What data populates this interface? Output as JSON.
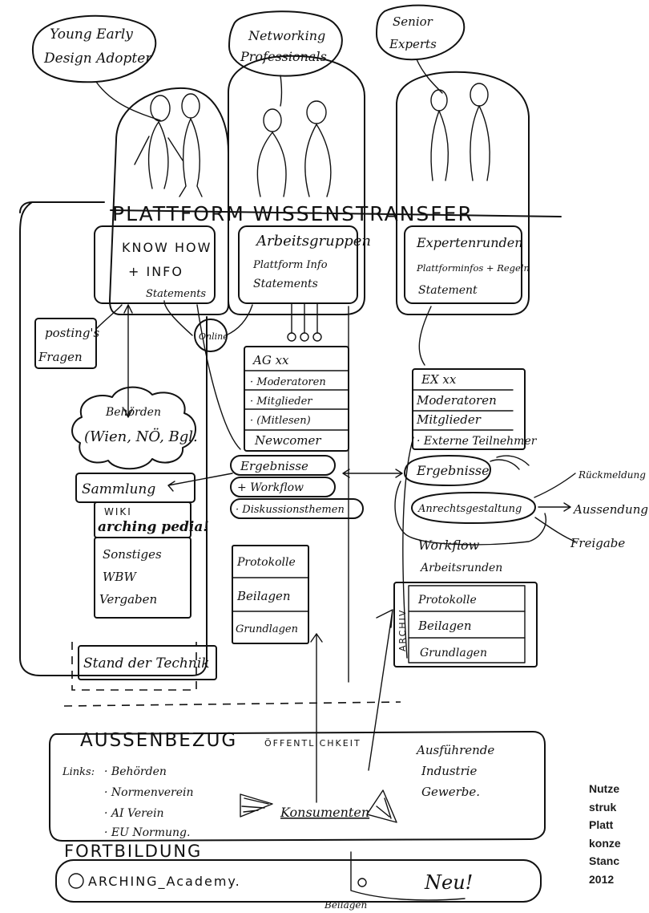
{
  "personas": {
    "young": [
      "Young Early",
      "Design Adopter"
    ],
    "networking": [
      "Networking",
      "Professionals"
    ],
    "senior": [
      "Senior",
      "Experts"
    ]
  },
  "platform_title": "PLATTFORM WISSENSTRANSFER",
  "columns": {
    "left": {
      "box": [
        "KNOW HOW",
        "+ INFO",
        "Statements"
      ]
    },
    "mid": {
      "box": [
        "Arbeitsgruppen",
        "Plattform Info",
        "Statements"
      ]
    },
    "right": {
      "box": [
        "Expertenrunden",
        "Plattforminfos + Regeln",
        "Statement"
      ]
    }
  },
  "left_side": {
    "posting": [
      "posting's",
      "Fragen"
    ],
    "online": "Online",
    "cloud": [
      "Behörden",
      "(Wien, NÖ, Bgl."
    ],
    "sammlung": "Sammlung",
    "wiki": [
      "WIKI",
      "arching pedia!"
    ],
    "sonstiges": [
      "Sonstiges",
      "WBW",
      "Vergaben"
    ],
    "stand": "Stand der Technik"
  },
  "ag_box": [
    "AG xx",
    "· Moderatoren",
    "· Mitglieder",
    "· (Mitlesen)",
    "Newcomer"
  ],
  "ex_box": [
    "EX xx",
    "Moderatoren",
    "Mitglieder",
    "· Externe Teilnehmer"
  ],
  "mid_results": [
    "Ergebnisse",
    "+ Workflow",
    "· Diskussionsthemen"
  ],
  "mid_archive": [
    "Protokolle",
    "Beilagen",
    "Grundlagen"
  ],
  "right_results": [
    "Ergebnisse",
    "Anrechtsgestaltung",
    "Workflow",
    "Arbeitsrunden"
  ],
  "right_archive": {
    "label": "ARCHIV",
    "items": [
      "Protokolle",
      "Beilagen",
      "Grundlagen"
    ]
  },
  "far_right": [
    "Rückmeldung",
    "Aussendung",
    "Freigabe"
  ],
  "aussenbezug": {
    "title": "AUSSENBEZUG",
    "links_label": "Links:",
    "links": [
      "· Behörden",
      "· Normenverein",
      "· AI Verein",
      "· EU Normung."
    ],
    "public": "ÖFFENTLICHKEIT",
    "konsumenten": "Konsumenten",
    "industry": [
      "Ausführende",
      "Industrie",
      "Gewerbe."
    ]
  },
  "fortbildung": {
    "title": "FORTBILDUNG",
    "academy": "ARCHING_Academy.",
    "new": "Neu!",
    "beilagen": "Beilagen"
  },
  "caption": [
    "Nutze",
    "struk",
    "Platt",
    "konze",
    "Stanc",
    "2012"
  ]
}
